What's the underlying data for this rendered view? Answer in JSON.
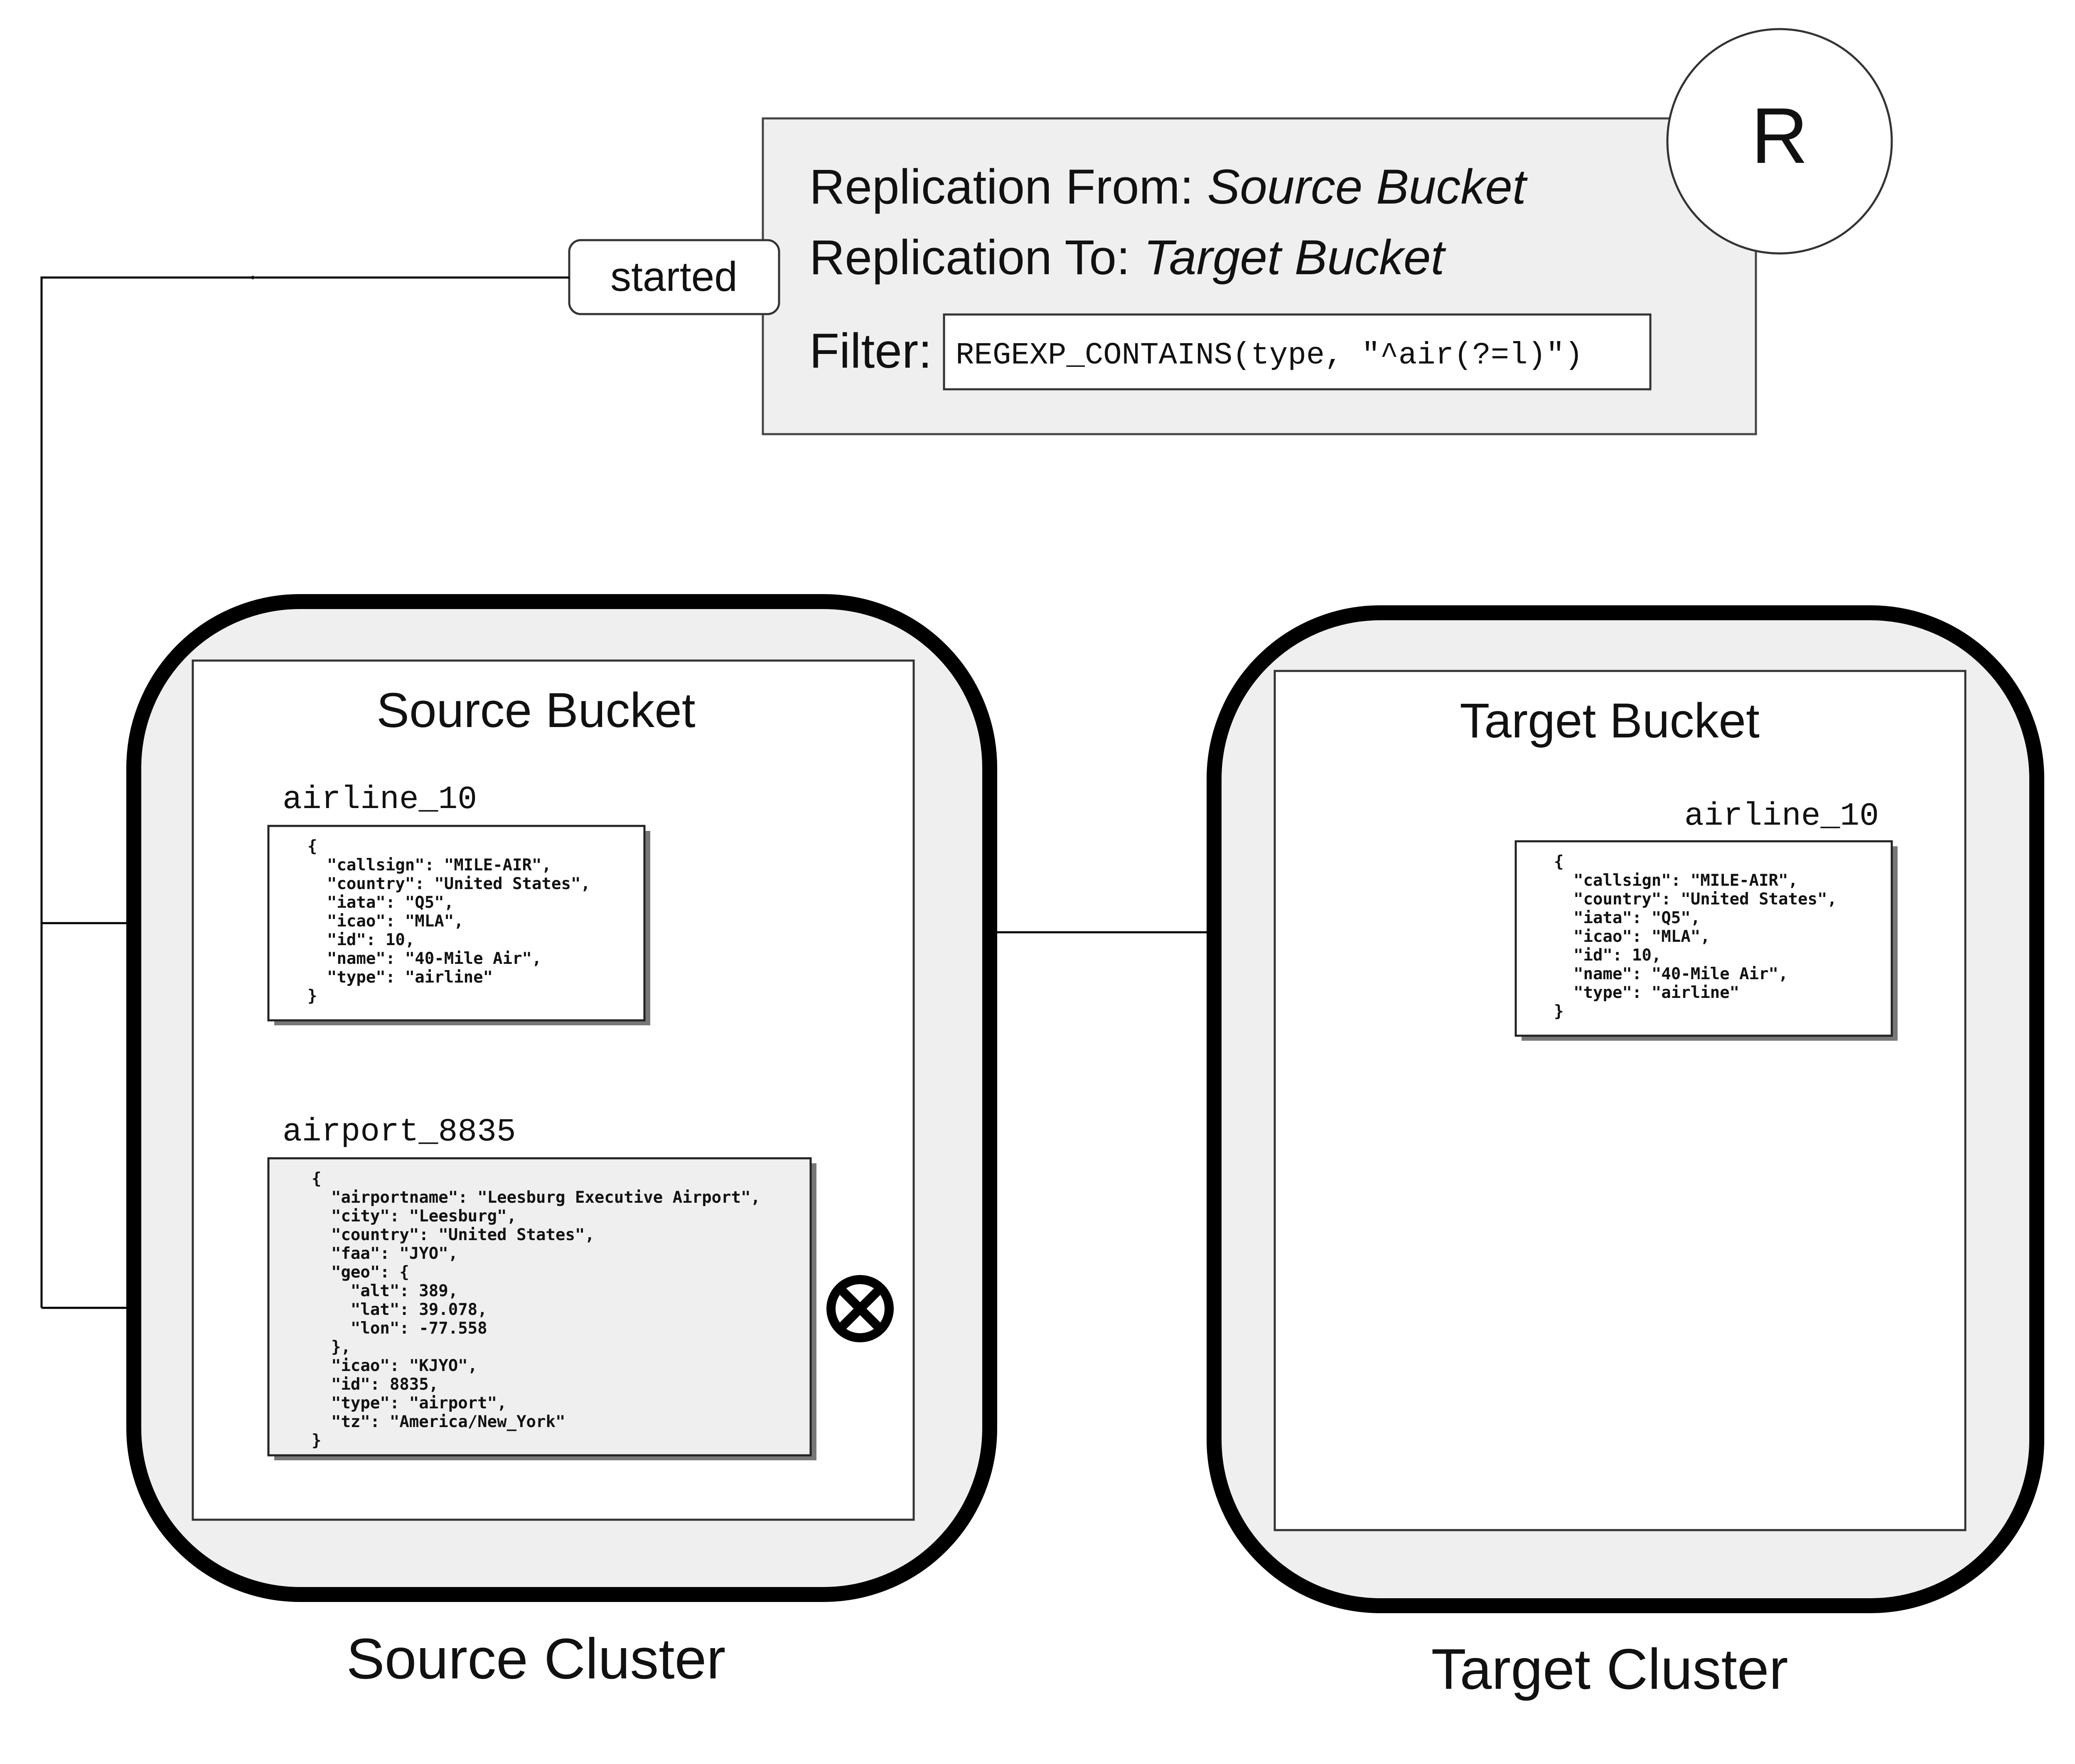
{
  "replication": {
    "icon": "R",
    "from_label": "Replication From: ",
    "from_value": "Source Bucket",
    "to_label": "Replication To: ",
    "to_value": "Target Bucket",
    "filter_label": "Filter:",
    "filter_value": "REGEXP_CONTAINS(type, \"^air(?=l)\")",
    "status": "started"
  },
  "source": {
    "cluster_label": "Source Cluster",
    "bucket_label": "Source Bucket",
    "doc1": {
      "id": "airline_10",
      "lines": [
        "{",
        "  \"callsign\": \"MILE-AIR\",",
        "  \"country\": \"United States\",",
        "  \"iata\": \"Q5\",",
        "  \"icao\": \"MLA\",",
        "  \"id\": 10,",
        "  \"name\": \"40-Mile Air\",",
        "  \"type\": \"airline\"",
        "}"
      ]
    },
    "doc2": {
      "id": "airport_8835",
      "lines": [
        "{",
        "  \"airportname\": \"Leesburg Executive Airport\",",
        "  \"city\": \"Leesburg\",",
        "  \"country\": \"United States\",",
        "  \"faa\": \"JYO\",",
        "  \"geo\": {",
        "    \"alt\": 389,",
        "    \"lat\": 39.078,",
        "    \"lon\": -77.558",
        "  },",
        "  \"icao\": \"KJYO\",",
        "  \"id\": 8835,",
        "  \"type\": \"airport\",",
        "  \"tz\": \"America/New_York\"",
        "}"
      ]
    }
  },
  "target": {
    "cluster_label": "Target Cluster",
    "bucket_label": "Target Bucket",
    "doc1": {
      "id": "airline_10",
      "lines": [
        "{",
        "  \"callsign\": \"MILE-AIR\",",
        "  \"country\": \"United States\",",
        "  \"iata\": \"Q5\",",
        "  \"icao\": \"MLA\",",
        "  \"id\": 10,",
        "  \"name\": \"40-Mile Air\",",
        "  \"type\": \"airline\"",
        "}"
      ]
    }
  },
  "colors": {
    "panel_fill": "#efefef",
    "stroke": "#000000",
    "shadow": "#777777"
  }
}
